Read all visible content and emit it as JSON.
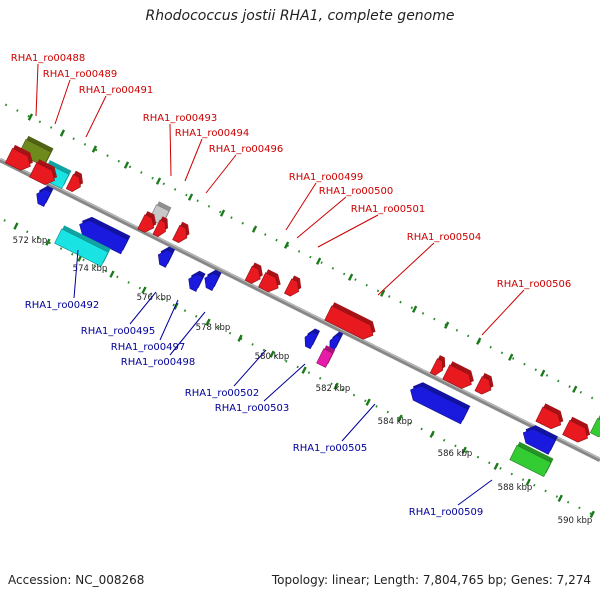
{
  "title": "Rhodococcus jostii RHA1, complete genome",
  "footer": {
    "accession": "Accession: NC_008268",
    "topology": "Topology: linear; Length: 7,804,765 bp; Genes: 7,274"
  },
  "colors": {
    "forward_gene": "#e8191f",
    "reverse_gene": "#1a1adf",
    "forward_label": "#cc0000",
    "reverse_label": "#000099",
    "olive": "#6f8a1c",
    "cyan": "#19e3e3",
    "gray": "#c8c8c8",
    "magenta": "#e81aa8",
    "green": "#33cc33",
    "backbone": "#888888",
    "tick_major": "#1b7a1b",
    "tick_minor": "#2a8a2a"
  },
  "backbone_scale": {
    "tick_labels": [
      "572 kbp",
      "574 kbp",
      "576 kbp",
      "578 kbp",
      "580 kbp",
      "582 kbp",
      "584 kbp",
      "586 kbp",
      "588 kbp",
      "590 kbp"
    ]
  },
  "gene_labels": {
    "forward": [
      "RHA1_ro00488",
      "RHA1_ro00489",
      "RHA1_ro00491",
      "RHA1_ro00493",
      "RHA1_ro00494",
      "RHA1_ro00496",
      "RHA1_ro00499",
      "RHA1_ro00500",
      "RHA1_ro00501",
      "RHA1_ro00504",
      "RHA1_ro00506"
    ],
    "reverse": [
      "RHA1_ro00492",
      "RHA1_ro00495",
      "RHA1_ro00497",
      "RHA1_ro00498",
      "RHA1_ro00502",
      "RHA1_ro00503",
      "RHA1_ro00505",
      "RHA1_ro00509"
    ]
  }
}
